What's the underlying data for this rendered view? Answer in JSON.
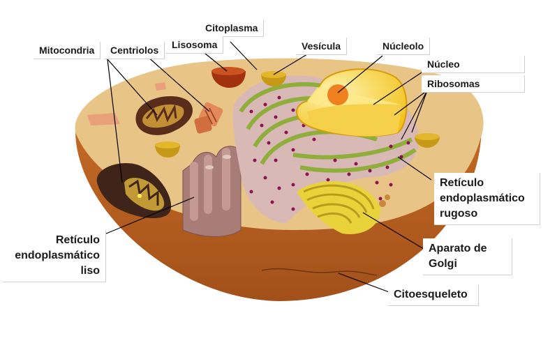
{
  "labels": {
    "citoplasma": "Citoplasma",
    "lisosoma": "Lisosoma",
    "vesicula": "Vesícula",
    "nucleolo": "Núcleolo",
    "nucleo": "Núcleo",
    "ribosomas": "Ribosomas",
    "mitocondria": "Mitocondria",
    "centriolos": "Centriolos",
    "rer_line1": "Retículo",
    "rer_line2": "endoplasmático",
    "rer_line3": "rugoso",
    "rel_line1": "Retículo",
    "rel_line2": "endoplasmático",
    "rel_line3": "liso",
    "golgi_line1": "Aparato de",
    "golgi_line2": "Golgi",
    "citoesqueleto": "Citoesqueleto"
  },
  "colors": {
    "cytoplasm_top": "#e8c486",
    "cell_wall": "#b85f1e",
    "nucleus": "#f3c21a",
    "nucleolus": "#f07f1e",
    "er_green": "#8fae3c",
    "ribosome": "#8b1450",
    "mitochondria": "#5a2d1b"
  }
}
